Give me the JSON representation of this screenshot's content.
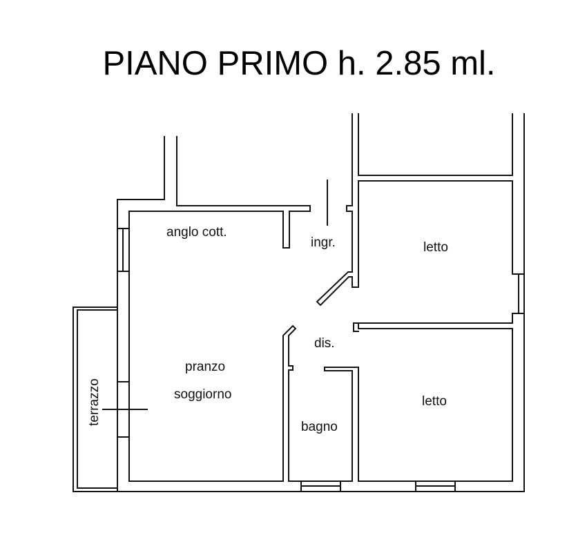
{
  "title": "PIANO PRIMO h. 2.85 ml.",
  "rooms": {
    "kitchen": "anglo cott.",
    "entrance": "ingr.",
    "bedroom1": "letto",
    "hallway": "dis.",
    "living1": "pranzo",
    "living2": "soggiorno",
    "bedroom2": "letto",
    "bathroom": "bagno",
    "terrace": "terrazzo"
  },
  "colors": {
    "line": "#111111",
    "background": "#ffffff"
  }
}
